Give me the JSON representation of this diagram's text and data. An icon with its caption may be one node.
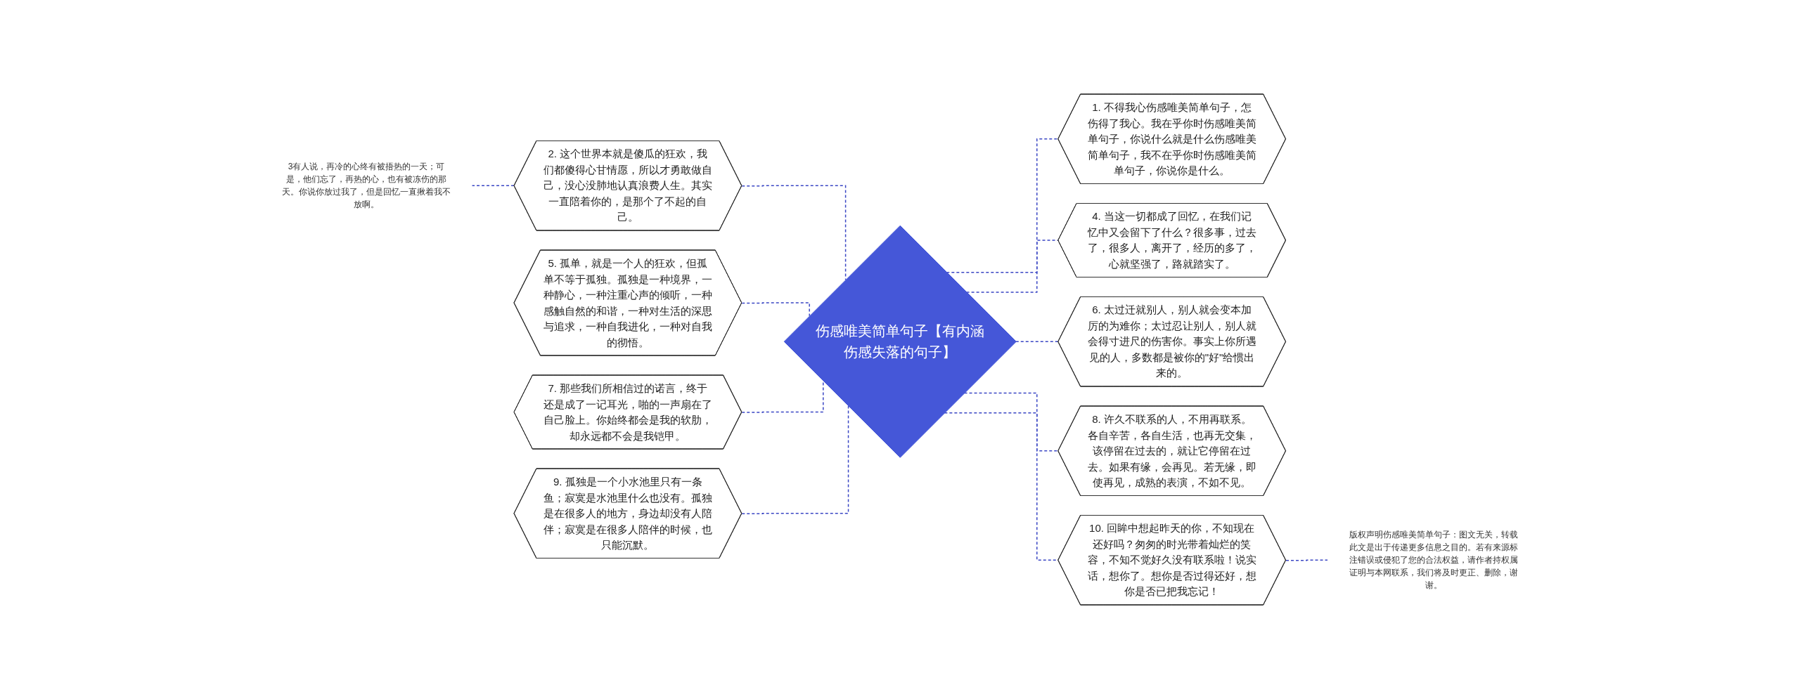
{
  "diagram": {
    "nodes": [
      {
        "text": [
          "伤感唯美简单句子【有内涵伤感失落的句子】"
        ]
      },
      {
        "text": [
          "1. 不得我心伤感唯美简单句子，怎伤得了我心。我在乎你时伤感唯美简单句子，你说什么就是什么伤感唯美简单句子，我不在乎你时伤感唯美简单句子，你说你是什么。"
        ]
      },
      {
        "text": [
          "2. 这个世界本就是傻瓜的狂欢，我们都傻得心甘情愿，所以才勇敢做自己，没心没肺地认真浪费人生。其实一直陪着你的，是那个了不起的自己。"
        ]
      },
      {
        "text": [
          "3有人说，再冷的心终有被捂热的一天；可是，他们忘了，再热的心，也有被冻伤的那天。你说你放过我了，但是回忆一直揪着我不放啊。"
        ]
      },
      {
        "text": [
          "4. 当这一切都成了回忆，在我们记忆中又会留下了什么？很多事，过去了，很多人，离开了，经历的多了，心就坚强了，路就踏实了。"
        ]
      },
      {
        "text": [
          "5. 孤单，就是一个人的狂欢，但孤单不等于孤独。孤独是一种境界，一种静心，一种注重心声的倾听，一种感触自然的和谐，一种对生活的深思与追求，一种自我进化，一种对自我的彻悟。"
        ]
      },
      {
        "text": [
          "6. 太过迁就别人，别人就会变本加厉的为难你；太过忍让别人，别人就会得寸进尺的伤害你。事实上你所遇见的人，多数都是被你的\"好\"给惯出来的。"
        ]
      },
      {
        "text": [
          "7. 那些我们所相信过的诺言，终于还是成了一记耳光，啪的一声扇在了自己脸上。你始终都会是我的软肋，却永远都不会是我铠甲。"
        ]
      },
      {
        "text": [
          "8. 许久不联系的人，不用再联系。各自辛苦，各自生活，也再无交集，该停留在过去的，就让它停留在过去。如果有缘，会再见。若无缘，即使再见，成熟的表演，不如不见。"
        ]
      },
      {
        "text": [
          "9. 孤独是一个小水池里只有一条鱼；寂寞是水池里什么也没有。孤独是在很多人的地方，身边却没有人陪伴；寂寞是在很多人陪伴的时候，也只能沉默。"
        ]
      },
      {
        "text": [
          "10. 回眸中想起昨天的你，不知现在还好吗？匆匆的时光带着灿烂的笑容，不知不觉好久没有联系啦！说实话，想你了。想你是否过得还好，想你是否已把我忘记！"
        ]
      },
      {
        "text": [
          "版权声明伤感唯美简单句子：图文无关，转载此文是出于传递更多信息之目的。若有来源标注错误或侵犯了您的合法权益，请作者持权属证明与本网联系，我们将及时更正、删除，谢谢。"
        ]
      }
    ],
    "edges": [
      {
        "from": 0,
        "to": 1,
        "arrow": "none",
        "style": "dashed"
      },
      {
        "from": 2,
        "to": 0,
        "arrow": "none",
        "style": "dashed"
      },
      {
        "from": 3,
        "to": 2,
        "arrow": "none",
        "style": "dashed"
      },
      {
        "from": 0,
        "to": 4,
        "arrow": "none",
        "style": "dashed"
      },
      {
        "from": 5,
        "to": 0,
        "arrow": "none",
        "style": "dashed"
      },
      {
        "from": 0,
        "to": 6,
        "arrow": "none",
        "style": "dashed"
      },
      {
        "from": 7,
        "to": 0,
        "arrow": "none",
        "style": "dashed"
      },
      {
        "from": 0,
        "to": 8,
        "arrow": "none",
        "style": "dashed"
      },
      {
        "from": 9,
        "to": 0,
        "arrow": "none",
        "style": "dashed"
      },
      {
        "from": 0,
        "to": 10,
        "arrow": "none",
        "style": "dashed"
      },
      {
        "from": 10,
        "to": 11,
        "arrow": "none",
        "style": "dashed"
      }
    ]
  }
}
